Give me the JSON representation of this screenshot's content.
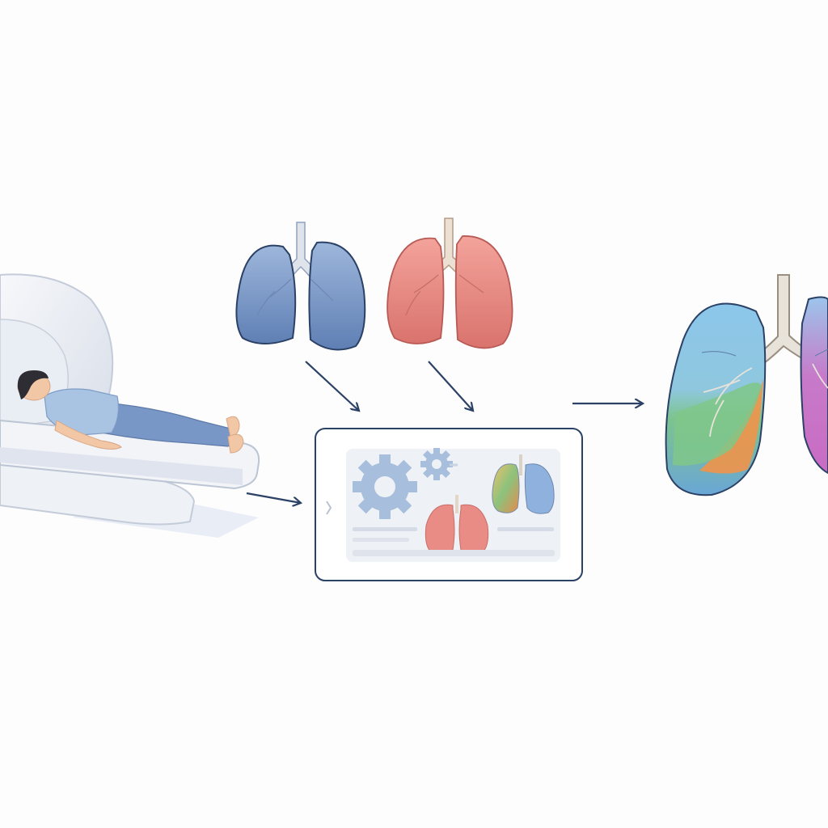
{
  "colors": {
    "background": "#fdfdfd",
    "outline": "#2b4166",
    "arrow": "#2b4166",
    "lung_blue": "#7f9fcc",
    "lung_red": "#e98c85",
    "trachea": "#d9d2c6",
    "scanner": "#e6eaf2",
    "patient_shirt": "#a9c3e3",
    "patient_pants": "#7896c6",
    "skin": "#f1c7a6",
    "hair": "#2d2d33",
    "panel_fill": "#f2f4f8",
    "gear": "#a7bfdc"
  },
  "nodes": [
    {
      "id": "ct-scanner",
      "kind": "ct-scanner-with-patient"
    },
    {
      "id": "reference-lung-blue",
      "kind": "lung-illustration",
      "tint": "blue"
    },
    {
      "id": "reference-lung-red",
      "kind": "lung-illustration",
      "tint": "red"
    },
    {
      "id": "processing-panel",
      "kind": "software-panel",
      "contents": [
        "gear-icon",
        "gear-icon",
        "segmented-lung",
        "red-lung"
      ]
    },
    {
      "id": "output-lung",
      "kind": "segmented-lung-illustration",
      "regions": [
        "blue",
        "green",
        "orange",
        "magenta"
      ]
    }
  ],
  "edges": [
    {
      "from": "reference-lung-blue",
      "to": "processing-panel"
    },
    {
      "from": "reference-lung-red",
      "to": "processing-panel"
    },
    {
      "from": "ct-scanner",
      "to": "processing-panel"
    },
    {
      "from": "processing-panel",
      "to": "output-lung"
    }
  ]
}
